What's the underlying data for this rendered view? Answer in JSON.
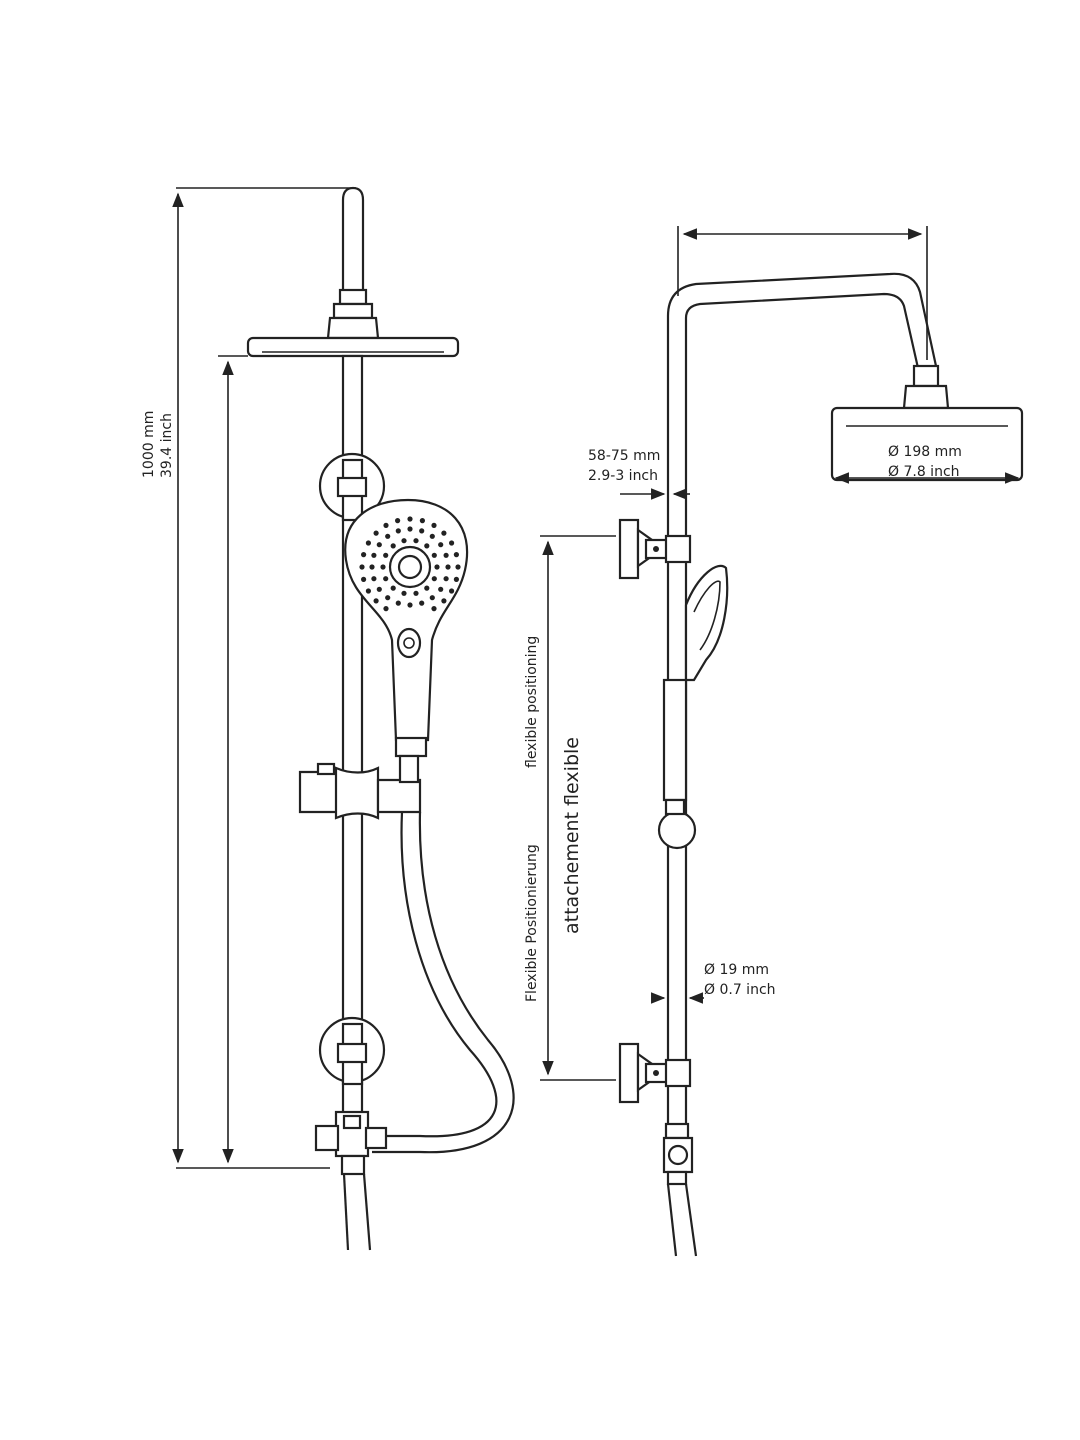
{
  "front_view": {
    "height_mm": "1000 mm",
    "height_inch": "39.4 inch"
  },
  "side_view": {
    "wall_distance_mm": "58-75 mm",
    "wall_distance_inch": "2.9-3 inch",
    "head_diameter_mm": "Ø 198 mm",
    "head_diameter_inch": "Ø 7.8 inch",
    "rail_diameter_mm": "Ø 19 mm",
    "rail_diameter_inch": "Ø 0.7 inch",
    "label_en": "flexible positioning",
    "label_de": "Flexible Positionierung",
    "label_fr": "attachement flexible"
  },
  "colors": {
    "line": "#222222",
    "background": "#ffffff"
  }
}
